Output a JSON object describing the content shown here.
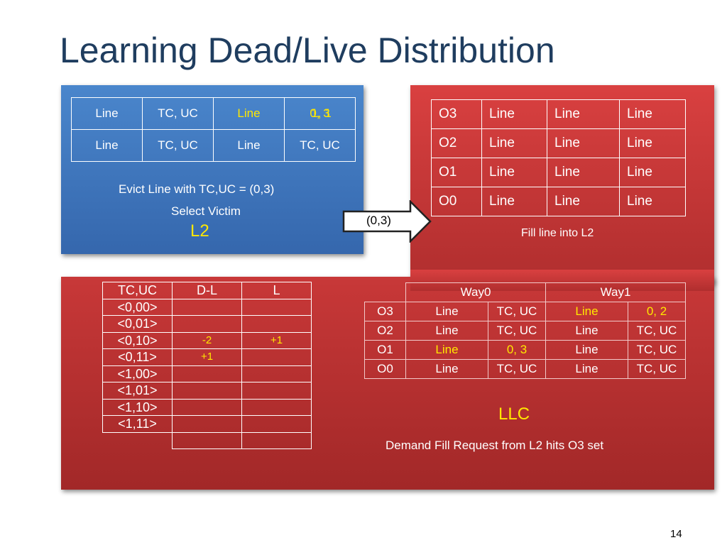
{
  "slide": {
    "title": "Learning Dead/Live Distribution",
    "page_number": "14"
  },
  "l2": {
    "label": "L2",
    "rows": [
      [
        "Line",
        "TC, UC",
        "Line",
        "0, 3",
        "1, 1"
      ],
      [
        "Line",
        "TC, UC",
        "Line",
        "TC, UC"
      ]
    ],
    "evict_text": "Evict Line with TC,UC = (0,3)",
    "select_text": "Select Victim"
  },
  "arrow": {
    "label": "(0,3)"
  },
  "llc_sets": {
    "rows": [
      [
        "O3",
        "Line",
        "Line",
        "Line"
      ],
      [
        "O2",
        "Line",
        "Line",
        "Line"
      ],
      [
        "O1",
        "Line",
        "Line",
        "Line"
      ],
      [
        "O0",
        "Line",
        "Line",
        "Line"
      ]
    ],
    "fill_text": "Fill line into L2"
  },
  "counters": {
    "headers": [
      "TC,UC",
      "D-L",
      "L"
    ],
    "rows": [
      [
        "<0,00>",
        "",
        ""
      ],
      [
        "<0,01>",
        "",
        ""
      ],
      [
        "<0,10>",
        "-2",
        "+1"
      ],
      [
        "<0,11>",
        "+1",
        ""
      ],
      [
        "<1,00>",
        "",
        ""
      ],
      [
        "<1,01>",
        "",
        ""
      ],
      [
        "<1,10>",
        "",
        ""
      ],
      [
        "<1,11>",
        "",
        ""
      ]
    ]
  },
  "ways": {
    "headers": [
      "Way0",
      "Way1"
    ],
    "rows": [
      [
        "O3",
        "Line",
        "TC, UC",
        "Line",
        "0, 2"
      ],
      [
        "O2",
        "Line",
        "TC, UC",
        "Line",
        "TC, UC"
      ],
      [
        "O1",
        "Line",
        "0, 3",
        "Line",
        "TC, UC"
      ],
      [
        "O0",
        "Line",
        "TC, UC",
        "Line",
        "TC, UC"
      ]
    ]
  },
  "llc": {
    "label": "LLC",
    "demand_text": "Demand Fill Request from L2 hits O3 set"
  },
  "colors": {
    "title": "#1f3d5f",
    "l2_blue": "#3f77bd",
    "llc_red": "#c83838",
    "highlight_yellow": "#ffe800"
  }
}
